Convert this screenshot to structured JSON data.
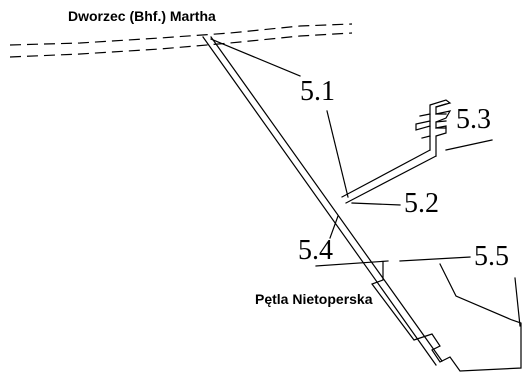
{
  "diagram": {
    "places": {
      "top": "Dworzec (Bhf.) Martha",
      "bottom": "Pętla Nietoperska"
    },
    "labels": {
      "l51": "5.1",
      "l52": "5.2",
      "l53": "5.3",
      "l54": "5.4",
      "l55": "5.5"
    }
  }
}
